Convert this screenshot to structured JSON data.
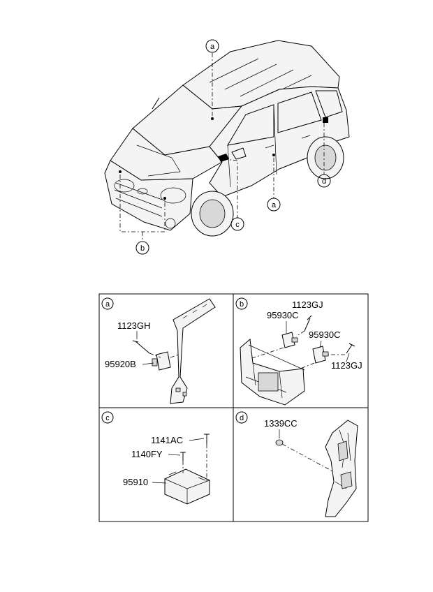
{
  "callouts": {
    "top_a": "a",
    "side_a": "a",
    "b": "b",
    "c": "c",
    "d": "d"
  },
  "panels": {
    "a": {
      "tag": "a",
      "parts": [
        "1123GH",
        "95920B"
      ]
    },
    "b": {
      "tag": "b",
      "parts": [
        "1123GJ",
        "95930C",
        "95930C",
        "1123GJ"
      ]
    },
    "c": {
      "tag": "c",
      "parts": [
        "1141AC",
        "1140FY",
        "95910"
      ]
    },
    "d": {
      "tag": "d",
      "parts": [
        "1339CC"
      ]
    }
  }
}
